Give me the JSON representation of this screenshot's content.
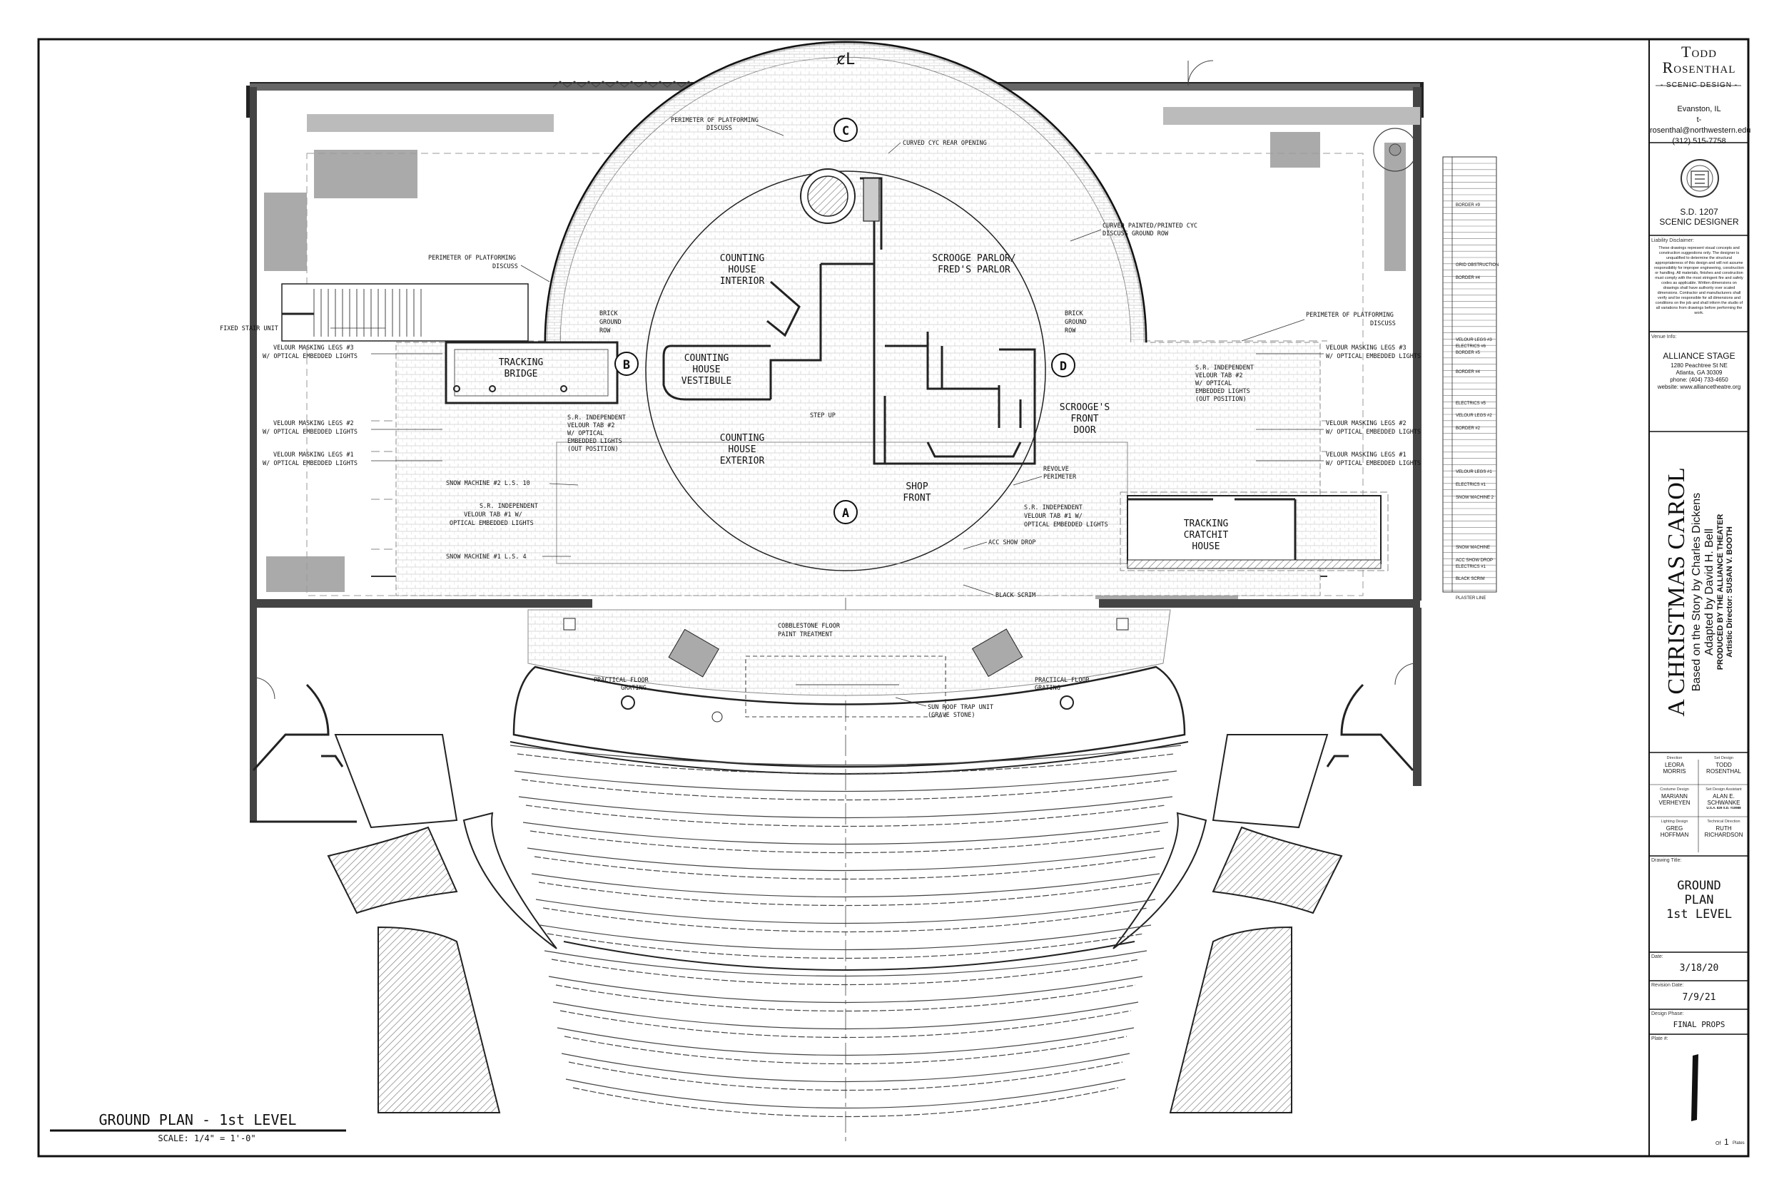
{
  "title_block": {
    "designer_first": "Todd",
    "designer_last": "Rosenthal",
    "designer_role": "- SCENIC DESIGN -",
    "address_city": "Evanston, IL",
    "address_email": "t-rosenthal@northwestern.edu",
    "address_phone": "(312) 515-7758",
    "union_local": "S.D. 1207",
    "union_title": "SCENIC DESIGNER",
    "liability_label": "Liability Disclaimer:",
    "liability_text": "These drawings represent visual concepts and construction suggestions only. The designer is unqualified to determine the structural appropriateness of this design and will not assume responsibility for improper engineering, construction or handling. All materials, finishes and construction must comply with the most stringent fire and safety codes as applicable. Written dimensions on drawings shall have authority over scaled dimensions. Contractor and manufacturers shall verify and be responsible for all dimensions and conditions on the job and shall inform the studio of all variations from drawings before performing the work.",
    "venue_label": "Venue Info:",
    "venue_name": "ALLIANCE STAGE",
    "venue_street": "1280 Peachtree St NE",
    "venue_city": "Atlanta, GA 30309",
    "venue_phone": "phone: (404) 733-4650",
    "venue_web": "website: www.alliancetheatre.org",
    "show_title": "A CHRISTMAS CAROL",
    "show_line2": "Based on the Story by Charles Dickens",
    "show_line3": "Adapted by David H. Bell",
    "show_line4": "PRODUCED BY THE ALLIANCE THEATER",
    "show_line5": "Artistic Director: SUSAN V. BOOTH",
    "credits": {
      "direction_label": "Direction",
      "direction": "LEORA MORRIS",
      "set_label": "Set Design",
      "set": "TODD ROSENTHAL",
      "costume_label": "Costume Design",
      "costume": "MARIANN VERHEYEN",
      "asst_label": "Set Design Assistant",
      "asst": "ALAN E. SCHWANKE",
      "asst_sub": "U.S.A. 829 S.D. #10988",
      "lighting_label": "Lighting Design",
      "lighting": "GREG HOFFMAN",
      "tech_label": "Technical Direction",
      "tech": "RUTH RICHARDSON"
    },
    "drawing_title_label": "Drawing Title:",
    "drawing_title_1": "GROUND",
    "drawing_title_2": "PLAN",
    "drawing_title_3": "1st LEVEL",
    "date_label": "Date:",
    "date": "3/18/20",
    "revision_label": "Revision Date:",
    "revision": "7/9/21",
    "phase_label": "Design Phase:",
    "phase": "FINAL PROPS",
    "plate_label": "Plate #:",
    "plate_number": "1",
    "plate_of": "Of",
    "plate_total": "1",
    "plate_plates": "Plates"
  },
  "plan": {
    "centerline": "ȼL",
    "sheet_title": "GROUND PLAN - 1st LEVEL",
    "scale": "SCALE: 1/4\" = 1'-0\"",
    "markers": {
      "a": "A",
      "b": "B",
      "c": "C",
      "d": "D"
    },
    "rooms": {
      "counting_house_interior": [
        "COUNTING",
        "HOUSE",
        "INTERIOR"
      ],
      "scrooge_parlor": [
        "SCROOGE PARLOR/",
        "FRED'S PARLOR"
      ],
      "counting_house_vestibule": [
        "COUNTING",
        "HOUSE",
        "VESTIBULE"
      ],
      "counting_house_exterior": [
        "COUNTING",
        "HOUSE",
        "EXTERIOR"
      ],
      "scrooges_front_door": [
        "SCROOGE'S",
        "FRONT",
        "DOOR"
      ],
      "shop_front": [
        "SHOP",
        "FRONT"
      ],
      "tracking_bridge": [
        "TRACKING",
        "BRIDGE"
      ],
      "tracking_cratchit": [
        "TRACKING",
        "CRATCHIT",
        "HOUSE"
      ]
    },
    "notes": {
      "perimeter_discuss_top": [
        "PERIMETER OF PLATFORMING",
        "DISCUSS"
      ],
      "curved_cyc_rear": "CURVED CYC REAR OPENING",
      "curved_painted_cyc": [
        "CURVED PAINTED/PRINTED CYC",
        "DISCUSS GROUND ROW"
      ],
      "perimeter_discuss_left": [
        "PERIMETER OF PLATFORMING",
        "DISCUSS"
      ],
      "perimeter_discuss_right": [
        "PERIMETER OF PLATFORMING",
        "DISCUSS"
      ],
      "brick_ground_row_left": [
        "BRICK",
        "GROUND",
        "ROW"
      ],
      "brick_ground_row_right": [
        "BRICK",
        "GROUND",
        "ROW"
      ],
      "fixed_stair": "FIXED STAIR UNIT",
      "velour_left_3": [
        "VELOUR MASKING LEGS #3",
        "W/ OPTICAL EMBEDDED LIGHTS"
      ],
      "velour_left_2": [
        "VELOUR MASKING LEGS #2",
        "W/ OPTICAL EMBEDDED LIGHTS"
      ],
      "velour_left_1": [
        "VELOUR MASKING LEGS #1",
        "W/ OPTICAL EMBEDDED LIGHTS"
      ],
      "velour_right_3": [
        "VELOUR MASKING LEGS #3",
        "W/ OPTICAL EMBEDDED LIGHTS"
      ],
      "velour_right_2": [
        "VELOUR MASKING LEGS #2",
        "W/ OPTICAL EMBEDDED LIGHTS"
      ],
      "velour_right_1": [
        "VELOUR MASKING LEGS #1",
        "W/ OPTICAL EMBEDDED LIGHTS"
      ],
      "sr_tab2_left": [
        "S.R. INDEPENDENT",
        "VELOUR TAB #2",
        "W/ OPTICAL",
        "EMBEDDED LIGHTS",
        "(OUT POSITION)"
      ],
      "sr_tab2_right": [
        "S.R. INDEPENDENT",
        "VELOUR TAB #2",
        "W/ OPTICAL",
        "EMBEDDED LIGHTS",
        "(OUT POSITION)"
      ],
      "sr_tab1_left": [
        "S.R. INDEPENDENT",
        "VELOUR TAB #1 W/",
        "OPTICAL EMBEDDED LIGHTS"
      ],
      "sr_tab1_right": [
        "S.R. INDEPENDENT",
        "VELOUR TAB #1 W/",
        "OPTICAL EMBEDDED LIGHTS"
      ],
      "snow2": "SNOW MACHINE #2 L.S. 10",
      "snow1": "SNOW MACHINE #1 L.S. 4",
      "step_up": "STEP UP",
      "revolve": [
        "REVOLVE",
        "PERIMETER"
      ],
      "acc_show_drop": "ACC SHOW DROP",
      "black_scrim": "BLACK SCRIM",
      "cobblestone": [
        "COBBLESTONE FLOOR",
        "PAINT TREATMENT"
      ],
      "practical_left": [
        "PRACTICAL FLOOR",
        "GRATING"
      ],
      "practical_right": [
        "PRACTICAL FLOOR",
        "GRATING"
      ],
      "sun_roof": [
        "SUN ROOF TRAP UNIT",
        "(GRAVE STONE)"
      ]
    }
  },
  "lineset": {
    "border9": "BORDER #9",
    "border4": "BORDER #4",
    "grid": "GRID OBSTRUCTION",
    "velour3": "VELOUR LEGS #3",
    "electrics6": "ELECTRICS #6",
    "border5": "BORDER #5",
    "electrics5": "ELECTRICS #5",
    "velour2": "VELOUR LEGS #2",
    "border2": "BORDER #2",
    "velour1": "VELOUR LEGS #1",
    "electrics1": "ELECTRICS #1",
    "snow2": "SNOW MACHINE 2",
    "snow1": "SNOW MACHINE",
    "acc_show": "ACC SHOW DROP",
    "black_scrim": "BLACK SCRIM",
    "plaster": "PLASTER LINE"
  }
}
